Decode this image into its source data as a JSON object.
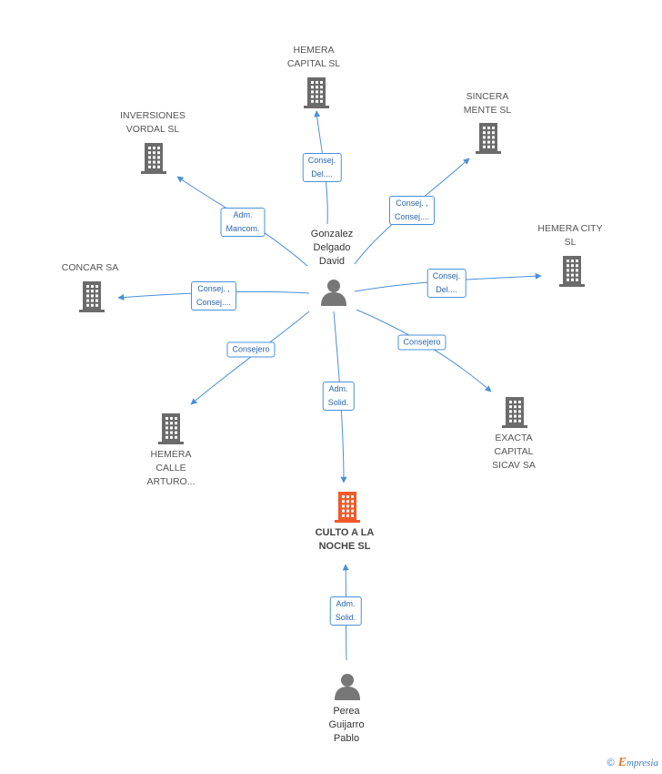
{
  "colors": {
    "edge": "#4a90d9",
    "company": "#6b6b6b",
    "focus_company": "#f05a28",
    "person": "#777777"
  },
  "center_person": {
    "name": "Gonzalez\nDelgado\nDavid"
  },
  "focus_company": {
    "name": "CULTO A LA\nNOCHE SL"
  },
  "second_person": {
    "name": "Perea\nGuijarro\nPablo"
  },
  "companies": [
    {
      "id": "hemera_capital",
      "name": "HEMERA\nCAPITAL  SL",
      "relation": "Consej.\nDel...."
    },
    {
      "id": "sincera_mente",
      "name": "SINCERA\nMENTE SL",
      "relation": "Consej. ,\nConsej...."
    },
    {
      "id": "inversiones_vordal",
      "name": "INVERSIONES\nVORDAL  SL",
      "relation": "Adm.\nMancom."
    },
    {
      "id": "hemera_city",
      "name": "HEMERA CITY\nSL",
      "relation": "Consej.\nDel...."
    },
    {
      "id": "concar",
      "name": "CONCAR SA",
      "relation": "Consej. ,\nConsej...."
    },
    {
      "id": "exacta_capital",
      "name": "EXACTA\nCAPITAL\nSICAV SA",
      "relation": "Consejero"
    },
    {
      "id": "hemera_calle",
      "name": "HEMERA\nCALLE\nARTURO...",
      "relation": "Consejero"
    }
  ],
  "center_to_focus_relation": "Adm.\nSolid.",
  "second_to_focus_relation": "Adm.\nSolid.",
  "brand": {
    "copyright": "©",
    "e": "E",
    "rest": "mpresia"
  }
}
